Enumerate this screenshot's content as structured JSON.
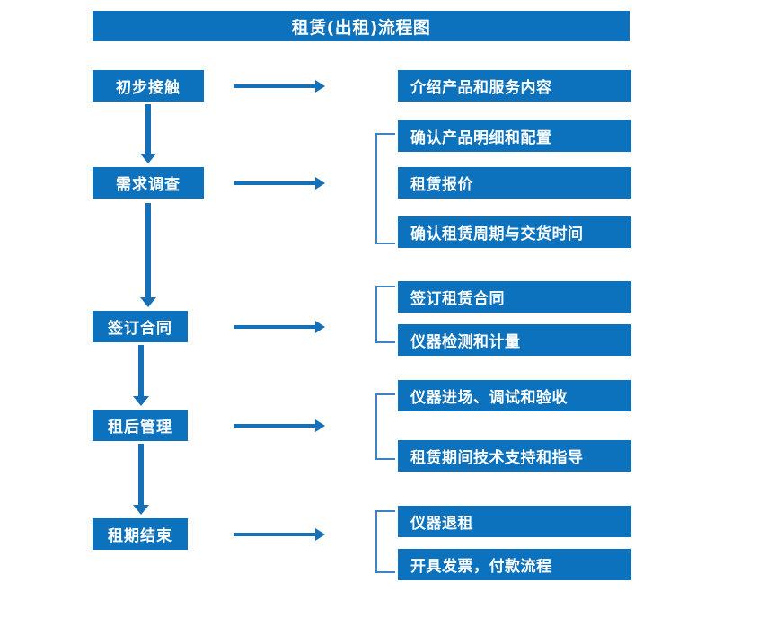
{
  "diagram": {
    "title": "租赁(出租)流程图",
    "accent_color": "#0D72BD",
    "arrow_color": "#1670B8",
    "bracket_color": "#3B83C4",
    "text_color": "#FFFFFF",
    "background_color": "#FFFFFF"
  },
  "stages": [
    {
      "label": "初步接触"
    },
    {
      "label": "需求调查"
    },
    {
      "label": "签订合同"
    },
    {
      "label": "租后管理"
    },
    {
      "label": "租期结束"
    }
  ],
  "details": [
    {
      "label": "介绍产品和服务内容"
    },
    {
      "label": "确认产品明细和配置"
    },
    {
      "label": "租赁报价"
    },
    {
      "label": "确认租赁周期与交货时间"
    },
    {
      "label": "签订租赁合同"
    },
    {
      "label": "仪器检测和计量"
    },
    {
      "label": "仪器进场、调试和验收"
    },
    {
      "label": "租赁期间技术支持和指导"
    },
    {
      "label": "仪器退租"
    },
    {
      "label": "开具发票，付款流程"
    }
  ]
}
